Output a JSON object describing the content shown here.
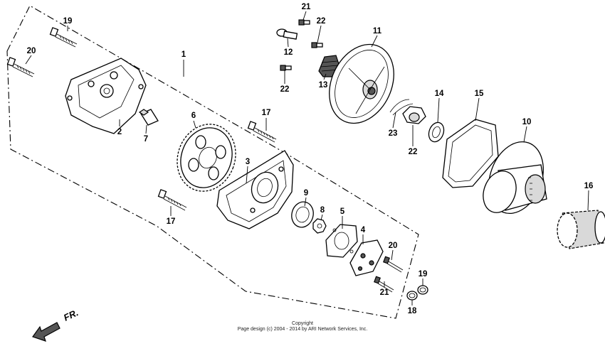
{
  "diagram": {
    "parts": [
      {
        "id": "1",
        "label": "1"
      },
      {
        "id": "2",
        "label": "2"
      },
      {
        "id": "3",
        "label": "3"
      },
      {
        "id": "4",
        "label": "4"
      },
      {
        "id": "5",
        "label": "5"
      },
      {
        "id": "6",
        "label": "6"
      },
      {
        "id": "7",
        "label": "7"
      },
      {
        "id": "8",
        "label": "8"
      },
      {
        "id": "9",
        "label": "9"
      },
      {
        "id": "10",
        "label": "10"
      },
      {
        "id": "11",
        "label": "11"
      },
      {
        "id": "12",
        "label": "12"
      },
      {
        "id": "13",
        "label": "13"
      },
      {
        "id": "14",
        "label": "14"
      },
      {
        "id": "15",
        "label": "15"
      },
      {
        "id": "16",
        "label": "16"
      },
      {
        "id": "17a",
        "label": "17"
      },
      {
        "id": "17b",
        "label": "17"
      },
      {
        "id": "18",
        "label": "18"
      },
      {
        "id": "19a",
        "label": "19"
      },
      {
        "id": "19b",
        "label": "19"
      },
      {
        "id": "20a",
        "label": "20"
      },
      {
        "id": "20b",
        "label": "20"
      },
      {
        "id": "21a",
        "label": "21"
      },
      {
        "id": "21b",
        "label": "21"
      },
      {
        "id": "22a",
        "label": "22"
      },
      {
        "id": "22b",
        "label": "22"
      },
      {
        "id": "22c",
        "label": "22"
      },
      {
        "id": "23",
        "label": "23"
      }
    ],
    "direction_label": "FR."
  },
  "footer": {
    "line1": "Copyright",
    "line2": "Page design (c) 2004 - 2014 by ARI Network Services, Inc."
  }
}
